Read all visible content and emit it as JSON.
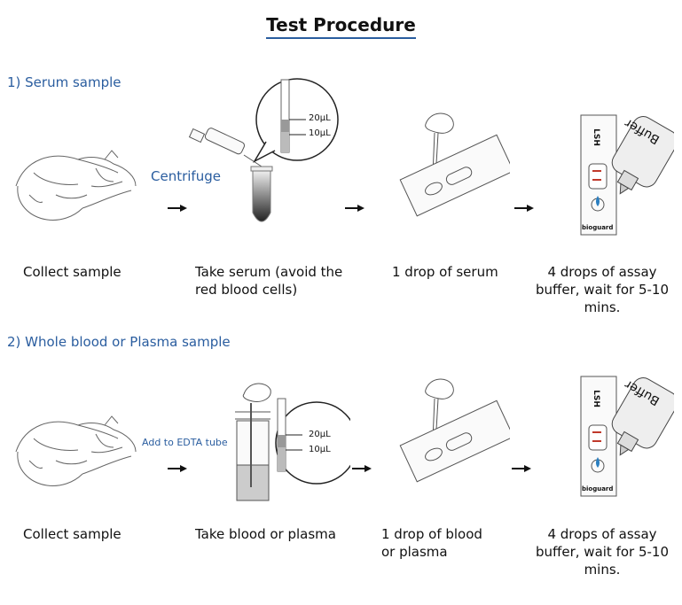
{
  "title": "Test Procedure",
  "serum": {
    "heading": "1) Serum sample",
    "centrifuge": "Centrifuge",
    "vol_20": "20μL",
    "vol_10": "10μL",
    "captions": [
      "Collect sample",
      "Take serum (avoid the red blood cells)",
      "1 drop of serum",
      "4 drops of assay buffer, wait for 5-10 mins."
    ]
  },
  "whole": {
    "heading": "2)  Whole blood or Plasma sample",
    "edta": "Add to EDTA tube",
    "vol_20": "20μL",
    "vol_10": "10μL",
    "captions": [
      "Collect sample",
      "Take blood or plasma",
      "1 drop of blood or plasma",
      "4 drops of assay buffer, wait for 5-10 mins."
    ]
  },
  "device": {
    "label": "LSH",
    "brand": "bioguard",
    "buffer": "Buffer"
  }
}
